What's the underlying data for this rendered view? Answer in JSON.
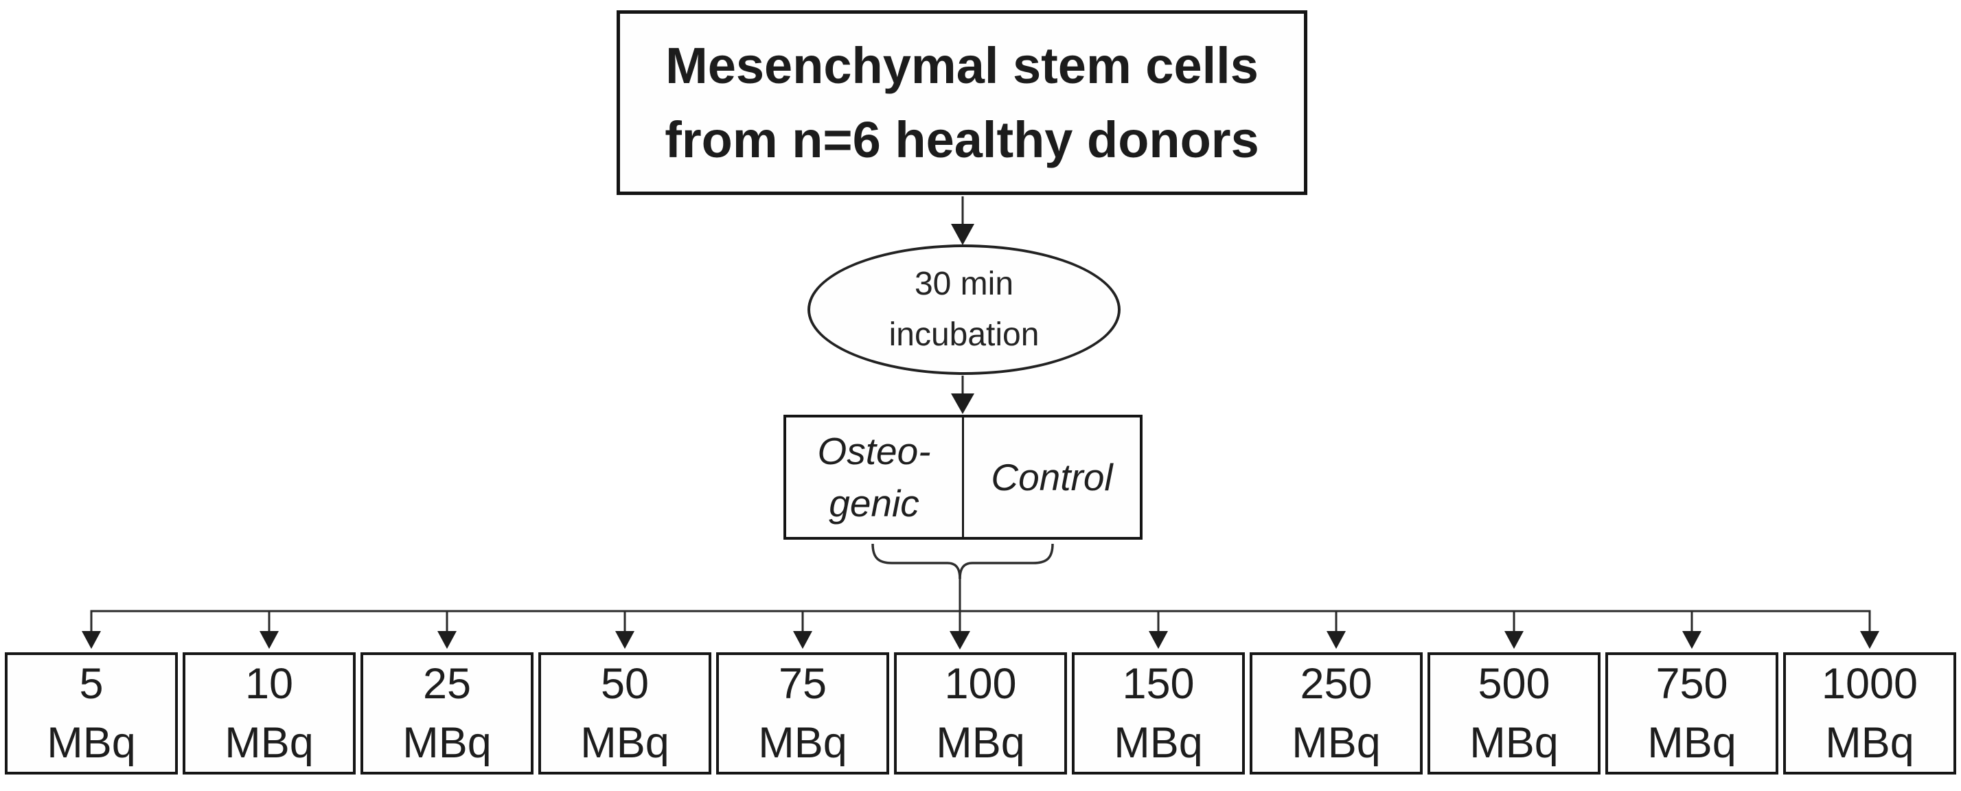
{
  "diagram": {
    "title_box": {
      "line1": "Mesenchymal stem cells",
      "line2": "from n=6 healthy donors"
    },
    "incubation_ellipse": {
      "line1": "30 min",
      "line2": "incubation"
    },
    "condition_box": {
      "left_line1": "Osteo-",
      "left_line2": "genic",
      "right_label": "Control"
    },
    "doses": [
      {
        "value": "5",
        "unit": "MBq"
      },
      {
        "value": "10",
        "unit": "MBq"
      },
      {
        "value": "25",
        "unit": "MBq"
      },
      {
        "value": "50",
        "unit": "MBq"
      },
      {
        "value": "75",
        "unit": "MBq"
      },
      {
        "value": "100",
        "unit": "MBq"
      },
      {
        "value": "150",
        "unit": "MBq"
      },
      {
        "value": "250",
        "unit": "MBq"
      },
      {
        "value": "500",
        "unit": "MBq"
      },
      {
        "value": "750",
        "unit": "MBq"
      },
      {
        "value": "1000",
        "unit": "MBq"
      }
    ],
    "colors": {
      "stroke": "#2a2a2a",
      "border": "#161616",
      "text": "#1c1c1c",
      "background": "#ffffff"
    }
  }
}
